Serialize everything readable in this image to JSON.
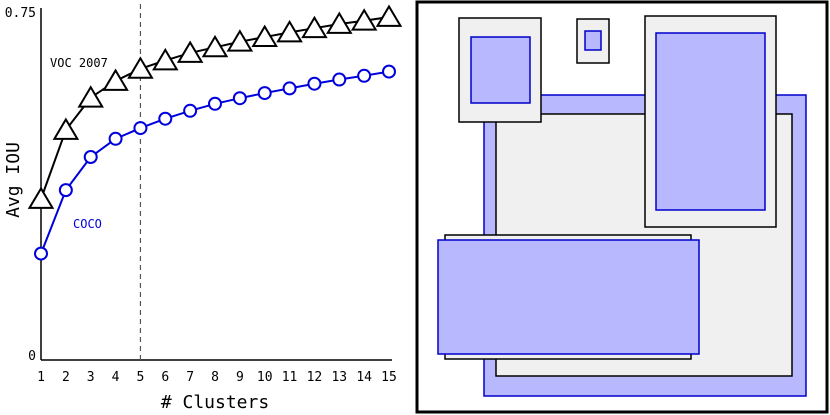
{
  "chart_data": {
    "type": "line",
    "xlabel": "# Clusters",
    "ylabel": "Avg IOU",
    "x": [
      1,
      2,
      3,
      4,
      5,
      6,
      7,
      8,
      9,
      10,
      11,
      12,
      13,
      14,
      15
    ],
    "xlim": [
      1,
      15
    ],
    "ylim": [
      0,
      0.75
    ],
    "y_ticks": [
      "0",
      "0.75"
    ],
    "reference_line": {
      "x": 5,
      "style": "dashed"
    },
    "series": [
      {
        "name": "VOC 2007",
        "marker": "triangle",
        "color": "#000000",
        "values": [
          0.345,
          0.493,
          0.562,
          0.598,
          0.624,
          0.642,
          0.658,
          0.67,
          0.682,
          0.692,
          0.702,
          0.711,
          0.72,
          0.727,
          0.735
        ]
      },
      {
        "name": "COCO",
        "marker": "circle",
        "color": "#0000dd",
        "values": [
          0.228,
          0.364,
          0.435,
          0.474,
          0.497,
          0.517,
          0.534,
          0.549,
          0.561,
          0.572,
          0.582,
          0.592,
          0.601,
          0.609,
          0.618
        ]
      }
    ]
  },
  "diagram": {
    "gray_fill": "#f0f0f0",
    "blue_fill": "#b8b8ff",
    "blue_stroke": "#0000cc"
  }
}
